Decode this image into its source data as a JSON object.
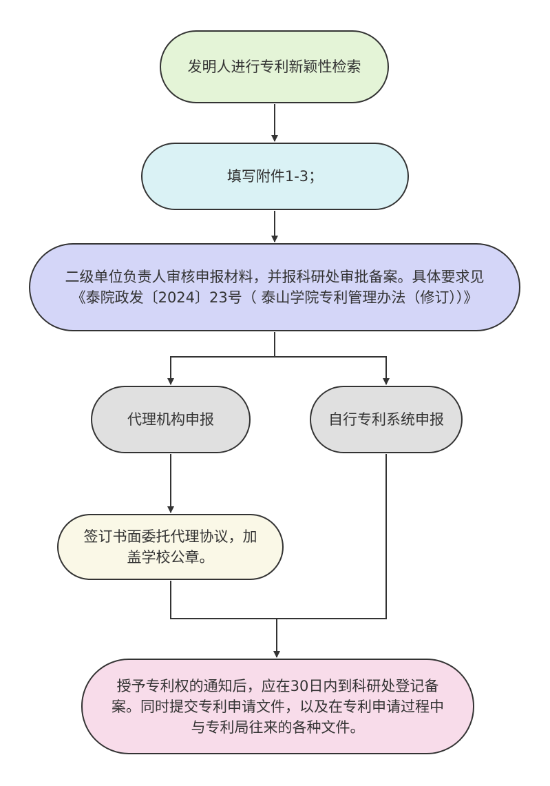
{
  "nodes": {
    "novelty_search": "发明人进行专利新颖性检索",
    "fill_attachments": "填写附件1-3；",
    "review": {
      "line1": "二级单位负责人审核申报材料，并报科研处审批备案。具体要求见",
      "line2": "《泰院政发〔2024〕23号（ 泰山学院专利管理办法（修订））》"
    },
    "agency_filing": "代理机构申报",
    "self_filing": "自行专利系统申报",
    "agreement": "签订书面委托代理协议，加盖学校公章。",
    "after_grant": "授予专利权的通知后，应在30日内到科研处登记备案。同时提交专利申请文件，以及在专利申请过程中与专利局往来的各种文件。"
  },
  "colors": {
    "line": "#333333",
    "novelty_search": "#e4f4d7",
    "fill_attachments": "#daf2f5",
    "review": "#d4d6f8",
    "filing": "#e0e0e0",
    "agreement": "#faf8e7",
    "after_grant": "#f8dcea"
  }
}
